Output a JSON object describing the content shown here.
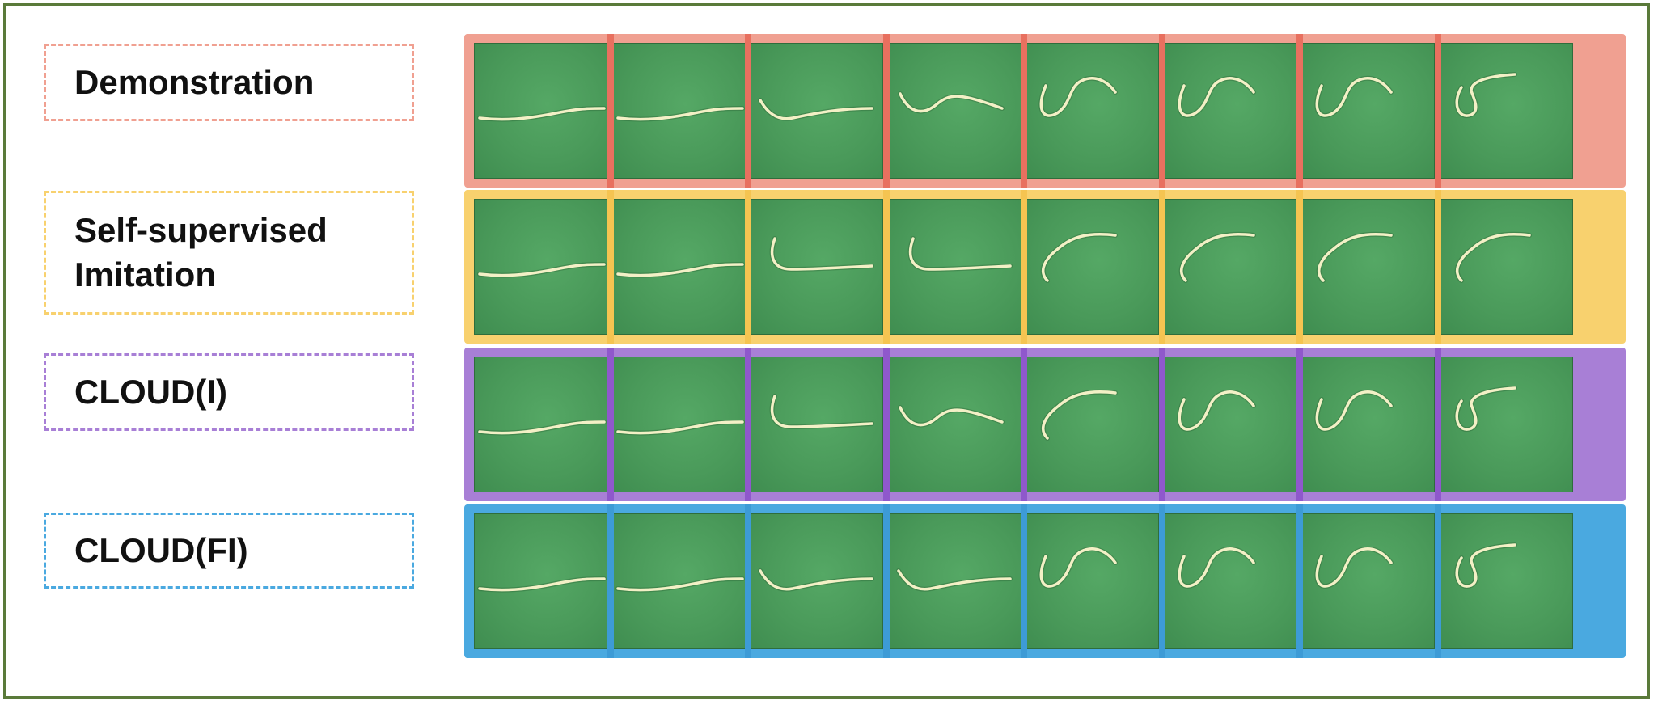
{
  "rows": [
    {
      "id": "demonstration",
      "label": "Demonstration",
      "color": "#f0a091",
      "sep_color": "#e8705f"
    },
    {
      "id": "self-supervised-imitation",
      "label": "Self-supervised\nImitation",
      "color": "#f8d16e",
      "sep_color": "#f5c451"
    },
    {
      "id": "cloud-i",
      "label": "CLOUD(I)",
      "color": "#a87fd6",
      "sep_color": "#8f58cc"
    },
    {
      "id": "cloud-fi",
      "label": "CLOUD(FI)",
      "color": "#4aa9e0",
      "sep_color": "#3d9bd6"
    }
  ],
  "rope_shapes": [
    [
      "straight",
      "straight",
      "hook-small",
      "wave",
      "s-curve",
      "s-curve",
      "s-curve",
      "s-tight"
    ],
    [
      "straight",
      "straight",
      "hook-up",
      "hook-up",
      "check",
      "check",
      "check",
      "check"
    ],
    [
      "straight",
      "straight",
      "hook-up",
      "wave",
      "check",
      "s-curve",
      "s-curve",
      "s-tight"
    ],
    [
      "straight",
      "straight",
      "hook-small",
      "hook-small",
      "s-curve",
      "s-curve",
      "s-curve",
      "s-tight"
    ]
  ],
  "colors": {
    "frame": "#5a7a3a",
    "board": "#4a9a5a",
    "rope": "#f3f0c6"
  }
}
